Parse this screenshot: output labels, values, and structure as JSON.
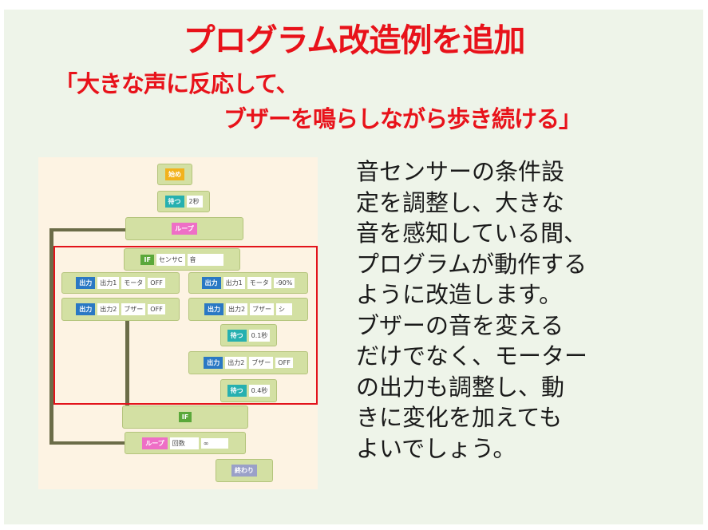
{
  "title": "プログラム改造例を追加",
  "subtitle": {
    "line1": "「大きな声に反応して、",
    "line2": "ブザーを鳴らしながら歩き続ける」"
  },
  "body_lines": [
    "音センサーの条件設",
    "定を調整し、大きな",
    "音を感知している間、",
    "プログラムが動作する",
    "ように改造します。",
    "ブザーの音を変える",
    "だけでなく、モーター",
    "の出力も調整し、動",
    "きに変化を加えても",
    "よいでしょう。"
  ],
  "flow": {
    "start": "始め",
    "wait1": {
      "tag": "待つ",
      "value": "2秒"
    },
    "loop": "ループ",
    "if": {
      "tag": "IF",
      "sensor": "センサC",
      "kind": "音"
    },
    "left1": {
      "tag": "出力",
      "port": "出力1",
      "device": "モータ",
      "value": "OFF"
    },
    "left2": {
      "tag": "出力",
      "port": "出力2",
      "device": "ブザー",
      "value": "OFF"
    },
    "right1": {
      "tag": "出力",
      "port": "出力1",
      "device": "モータ",
      "value": "-90%"
    },
    "right2": {
      "tag": "出力",
      "port": "出力2",
      "device": "ブザー",
      "value": "シ"
    },
    "wait2": {
      "tag": "待つ",
      "value": "0.1秒"
    },
    "right3": {
      "tag": "出力",
      "port": "出力2",
      "device": "ブザー",
      "value": "OFF"
    },
    "wait3": {
      "tag": "待つ",
      "value": "0.4秒"
    },
    "ifend": "IF",
    "loopend": {
      "tag": "ループ",
      "label": "回数",
      "value": "∞"
    },
    "end": "終わり"
  },
  "colors": {
    "accent": "#e8121a",
    "start": "#f2b21c",
    "wait": "#26b0b0",
    "loop": "#ee6fc6",
    "if": "#5aa83a",
    "output": "#2a78c4",
    "end": "#9aa0c8"
  }
}
